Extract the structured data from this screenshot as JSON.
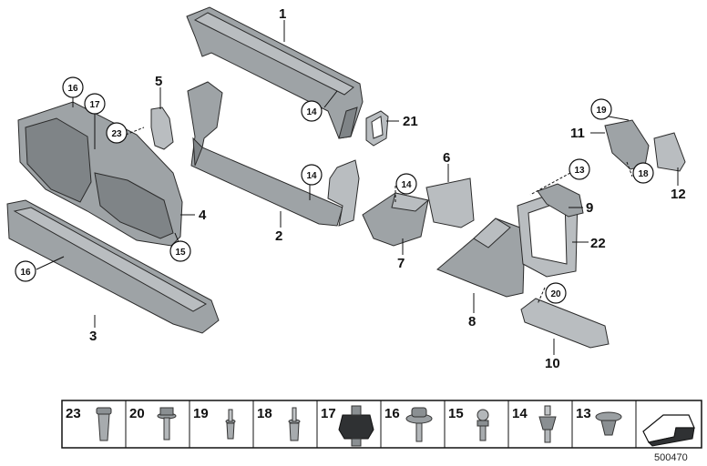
{
  "callouts": [
    {
      "id": "1",
      "text": "1"
    },
    {
      "id": "2",
      "text": "2"
    },
    {
      "id": "3",
      "text": "3"
    },
    {
      "id": "4",
      "text": "4"
    },
    {
      "id": "5",
      "text": "5"
    },
    {
      "id": "6",
      "text": "6"
    },
    {
      "id": "7",
      "text": "7"
    },
    {
      "id": "8",
      "text": "8"
    },
    {
      "id": "9",
      "text": "9"
    },
    {
      "id": "10",
      "text": "10"
    },
    {
      "id": "11",
      "text": "11"
    },
    {
      "id": "12",
      "text": "12"
    },
    {
      "id": "21",
      "text": "21"
    },
    {
      "id": "22",
      "text": "22"
    }
  ],
  "circled_callouts": [
    {
      "id": "14a",
      "text": "14"
    },
    {
      "id": "14b",
      "text": "14"
    },
    {
      "id": "14c",
      "text": "14"
    },
    {
      "id": "16a",
      "text": "16"
    },
    {
      "id": "16b",
      "text": "16"
    },
    {
      "id": "17",
      "text": "17"
    },
    {
      "id": "23",
      "text": "23"
    },
    {
      "id": "15",
      "text": "15"
    },
    {
      "id": "13",
      "text": "13"
    },
    {
      "id": "19",
      "text": "19"
    },
    {
      "id": "18",
      "text": "18"
    },
    {
      "id": "20",
      "text": "20"
    }
  ],
  "fasteners_table": [
    {
      "label": "23",
      "icon": "expansion-nut-icon"
    },
    {
      "label": "20",
      "icon": "hex-bolt-washer-icon"
    },
    {
      "label": "19",
      "icon": "pin-rivet-icon"
    },
    {
      "label": "18",
      "icon": "pin-rivet-icon"
    },
    {
      "label": "17",
      "icon": "rubber-mount-icon"
    },
    {
      "label": "16",
      "icon": "flange-screw-icon"
    },
    {
      "label": "15",
      "icon": "ball-stud-icon"
    },
    {
      "label": "14",
      "icon": "clip-screw-icon"
    },
    {
      "label": "13",
      "icon": "push-clip-icon"
    }
  ],
  "reference_number": "500470"
}
